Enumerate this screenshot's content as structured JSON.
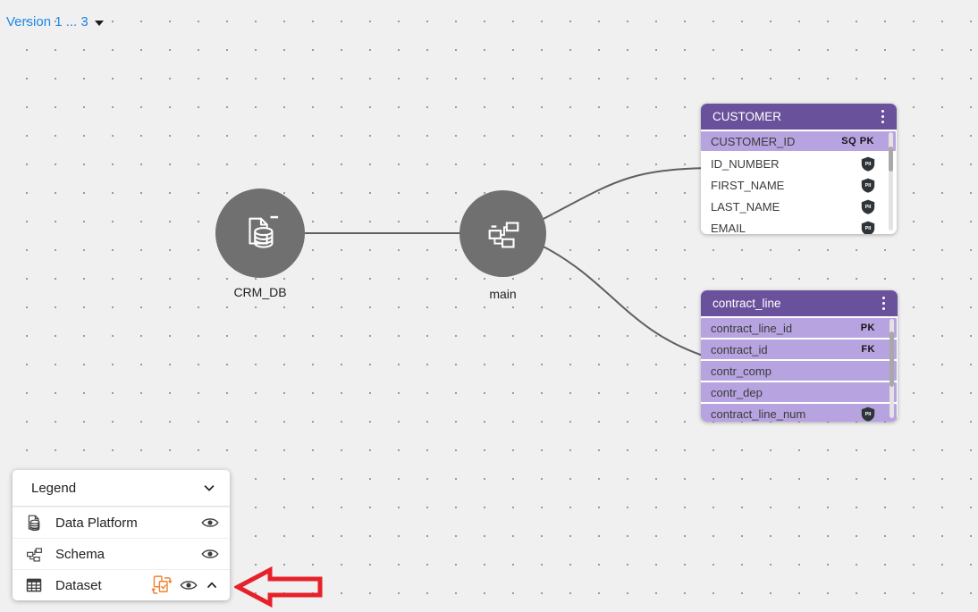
{
  "version_selector": {
    "label": "Version 1 ... 3"
  },
  "graph": {
    "nodes": [
      {
        "label": "CRM_DB",
        "type": "data-platform"
      },
      {
        "label": "main",
        "type": "schema"
      }
    ]
  },
  "tables": [
    {
      "title": "CUSTOMER",
      "columns": [
        {
          "name": "CUSTOMER_ID",
          "key": "SQ PK",
          "highlighted": true
        },
        {
          "name": "ID_NUMBER",
          "pii": "PII"
        },
        {
          "name": "FIRST_NAME",
          "pii": "PII"
        },
        {
          "name": "LAST_NAME",
          "pii": "PII"
        },
        {
          "name": "EMAIL",
          "pii": "PII"
        }
      ]
    },
    {
      "title": "contract_line",
      "columns": [
        {
          "name": "contract_line_id",
          "key": "PK",
          "highlighted": true
        },
        {
          "name": "contract_id",
          "key": "FK",
          "highlighted": true
        },
        {
          "name": "contr_comp",
          "highlighted": true
        },
        {
          "name": "contr_dep",
          "highlighted": true
        },
        {
          "name": "contract_line_num",
          "pii": "PII",
          "highlighted": true
        }
      ]
    }
  ],
  "legend": {
    "title": "Legend",
    "items": [
      {
        "label": "Data Platform",
        "icon": "document-database-icon"
      },
      {
        "label": "Schema",
        "icon": "schema-icon"
      },
      {
        "label": "Dataset",
        "icon": "table-grid-icon"
      }
    ]
  },
  "colors": {
    "card_header_purple": "#6a519c",
    "row_highlight_purple": "#b6a3e0",
    "node_gray": "#707070",
    "edge_gray": "#5f5f5f",
    "link_blue": "#1e88e5",
    "annotation_red": "#e62129",
    "sync_icon_orange": "#ee8432",
    "pii_badge_dark": "#2e3438"
  }
}
